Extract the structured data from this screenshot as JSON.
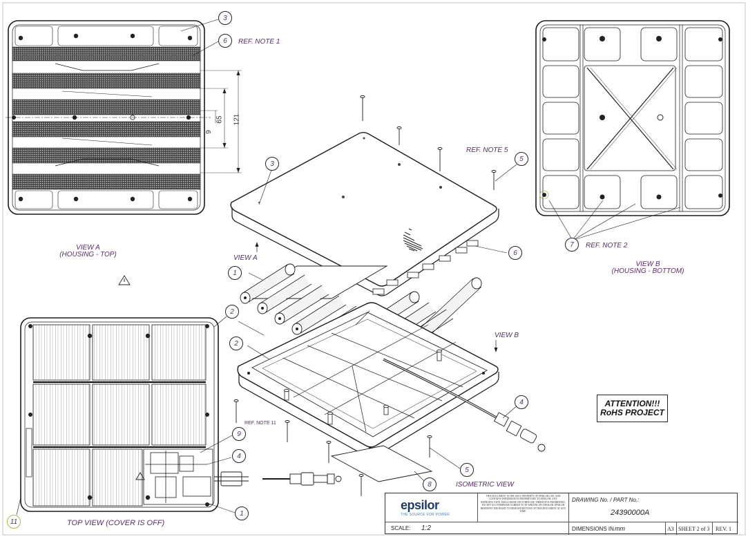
{
  "views": {
    "view_a_title": "VIEW A",
    "view_a_sub": "(HOUSING - TOP)",
    "view_b_title": "VIEW B",
    "view_b_sub": "(HOUSING - BOTTOM)",
    "top_view": "TOP VIEW (COVER IS OFF)",
    "isometric": "ISOMETRIC VIEW",
    "view_a_arrow": "VIEW A",
    "view_b_arrow": "VIEW B"
  },
  "ref_notes": {
    "note1": "REF. NOTE 1",
    "note2": "REF. NOTE 2",
    "note5": "REF. NOTE 5",
    "note11": "REF. NOTE 11"
  },
  "dimensions": {
    "d121": "121",
    "d65": "65",
    "d9": "9"
  },
  "balloons": {
    "b3a": "3",
    "b6a": "6",
    "b3b": "3",
    "b5a": "5",
    "b6b": "6",
    "b1a": "1",
    "b2a": "2",
    "b2b": "2",
    "b4a": "4",
    "b7": "7",
    "b9": "9",
    "b4b": "4",
    "b5b": "5",
    "b8": "8",
    "b1b": "1",
    "b11": "11"
  },
  "attention": {
    "line1": "ATTENTION!!!",
    "line2": "RoHS PROJECT"
  },
  "title_block": {
    "company": "epsilor",
    "tagline": "THE SOURCE FOR POWER",
    "disclaimer": "THIS DOCUMENT IS THE SOLE PROPERTY OF EPSILOR LTD. AND CONTAINS INFORMATION PROPRIETARY TO EPSILOR. ANY REPRODUCTION, DISCLOSURE OR OTHER USE THEREOF IS PROHIBITED, EXCEPT AS OTHERWISE AGREED TO IN WRITING BY EPSILOR. EPSILOR RESERVES THE RIGHT TO DEMAND RETURN OF THIS DOCUMENT AT ANY TIME.",
    "drawing_label": "DRAWING No. / PART No.:",
    "drawing_number": "24390000A",
    "scale_label": "SCALE:",
    "scale_value": "1:2",
    "dims_label": "DIMENSIONS IN",
    "dims_unit": "mm",
    "size": "A3",
    "sheet": "SHEET 2 of 3",
    "rev": "REV. 1"
  },
  "colors": {
    "line": "#1a1a1a",
    "accent": "#5a2a6e",
    "logo": "#1e3a6e"
  }
}
